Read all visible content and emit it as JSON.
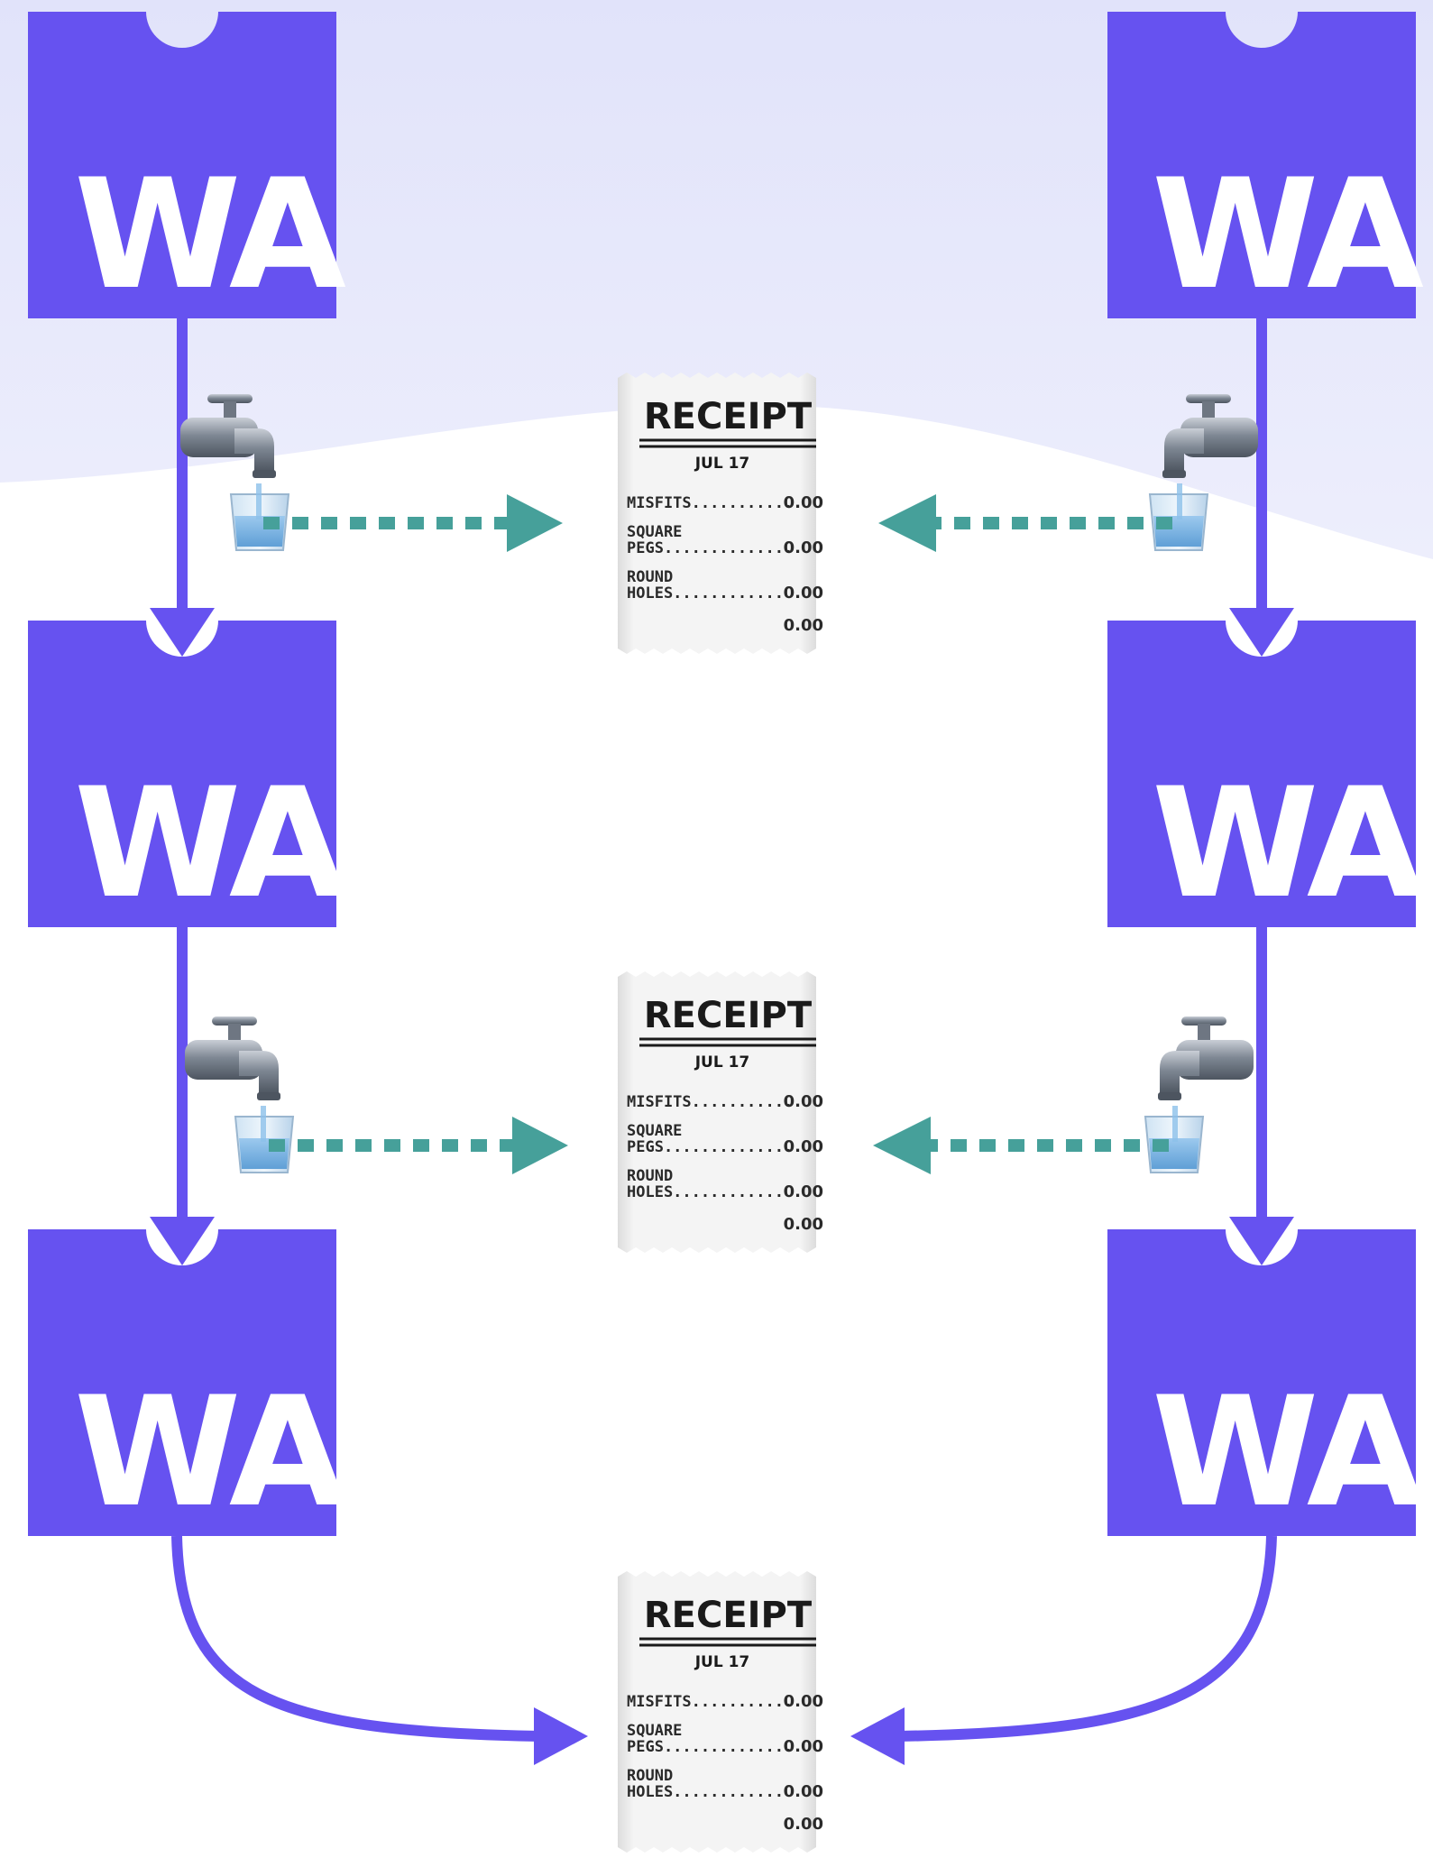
{
  "colors": {
    "block": "#6652f0",
    "flow_arrow": "#6652f0",
    "dotted_arrow": "#46a09a",
    "background_top": "#e3e5fb",
    "background_bottom": "#ffffff"
  },
  "blocks": {
    "left": [
      {
        "label": "WA"
      },
      {
        "label": "WA"
      },
      {
        "label": "WA"
      }
    ],
    "right": [
      {
        "label": "WA"
      },
      {
        "label": "WA"
      },
      {
        "label": "WA"
      }
    ]
  },
  "receipts": [
    {
      "title": "RECEIPT",
      "date": "JUL 17",
      "lines": [
        {
          "label": "MISFITS...........",
          "value": "0.00"
        },
        {
          "label": "SQUARE",
          "value": ""
        },
        {
          "label": "PEGS..............",
          "value": "0.00"
        },
        {
          "label": "ROUND",
          "value": ""
        },
        {
          "label": "HOLES............",
          "value": "0.00"
        }
      ],
      "total": "0.00"
    },
    {
      "title": "RECEIPT",
      "date": "JUL 17",
      "lines": [
        {
          "label": "MISFITS...........",
          "value": "0.00"
        },
        {
          "label": "SQUARE",
          "value": ""
        },
        {
          "label": "PEGS..............",
          "value": "0.00"
        },
        {
          "label": "ROUND",
          "value": ""
        },
        {
          "label": "HOLES............",
          "value": "0.00"
        }
      ],
      "total": "0.00"
    },
    {
      "title": "RECEIPT",
      "date": "JUL 17",
      "lines": [
        {
          "label": "MISFITS...........",
          "value": "0.00"
        },
        {
          "label": "SQUARE",
          "value": ""
        },
        {
          "label": "PEGS..............",
          "value": "0.00"
        },
        {
          "label": "ROUND",
          "value": ""
        },
        {
          "label": "HOLES............",
          "value": "0.00"
        }
      ],
      "total": "0.00"
    }
  ],
  "icons": {
    "faucet": "faucet-icon",
    "water_glass": "water-glass-icon"
  }
}
